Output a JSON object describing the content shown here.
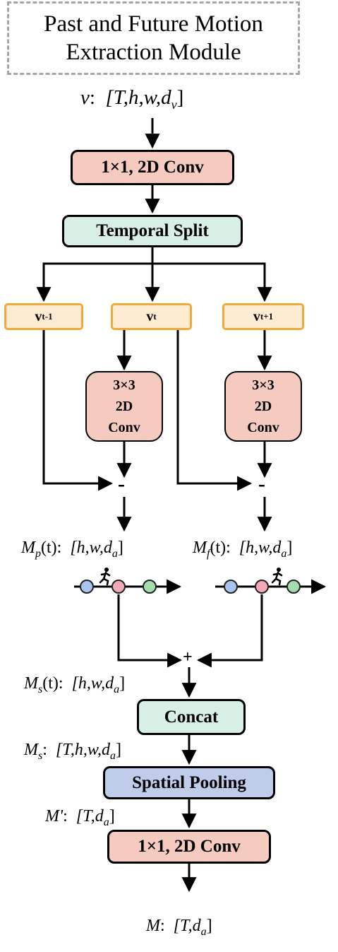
{
  "title": {
    "line1": "Past and Future Motion",
    "line2": "Extraction Module"
  },
  "input_label": {
    "var": "v",
    "sep": ":",
    "shape": "[T,h,w,d",
    "sub": "v",
    "close": "]"
  },
  "blocks": {
    "conv_top": "1×1, 2D Conv",
    "temporal_split": "Temporal Split",
    "v_prev": {
      "base": "v",
      "sub": "t-1"
    },
    "v_cur": {
      "base": "v",
      "sub": "t"
    },
    "v_next": {
      "base": "v",
      "sub": "t+1"
    },
    "conv33_left": [
      "3×3",
      "2D",
      "Conv"
    ],
    "conv33_right": [
      "3×3",
      "2D",
      "Conv"
    ],
    "concat": "Concat",
    "spatial_pooling": "Spatial Pooling",
    "conv_bottom": "1×1, 2D Conv"
  },
  "operators": {
    "minus": "-",
    "plus": "+"
  },
  "labels": {
    "mp": {
      "var": "M",
      "sub": "p",
      "arg": "(t)",
      "sep": ":",
      "shape": "[h,w,d",
      "shape_sub": "a",
      "close": "]"
    },
    "mf": {
      "var": "M",
      "sub": "f",
      "arg": "(t)",
      "sep": ":",
      "shape": "[h,w,d",
      "shape_sub": "a",
      "close": "]"
    },
    "ms_t": {
      "var": "M",
      "sub": "s",
      "arg": "(t)",
      "sep": ":",
      "shape": "[h,w,d",
      "shape_sub": "a",
      "close": "]"
    },
    "ms": {
      "var": "M",
      "sub": "s",
      "sep": ":",
      "shape": "[T,h,w,d",
      "shape_sub": "a",
      "close": "]"
    },
    "m_prime": {
      "var": "M'",
      "sep": ":",
      "shape": "[T,d",
      "shape_sub": "a",
      "close": "]"
    },
    "m_out": {
      "var": "M",
      "sep": ":",
      "shape": "[T,d",
      "shape_sub": "a",
      "close": "]"
    }
  },
  "colors": {
    "timeline_prev": "#a9c4ee",
    "timeline_cur": "#f3aab8",
    "timeline_next": "#a5dcae",
    "orange_border": "#f2a93b",
    "dashed_border": "#a6a6a6"
  },
  "icons": [
    "running-person-icon",
    "running-person-icon"
  ]
}
